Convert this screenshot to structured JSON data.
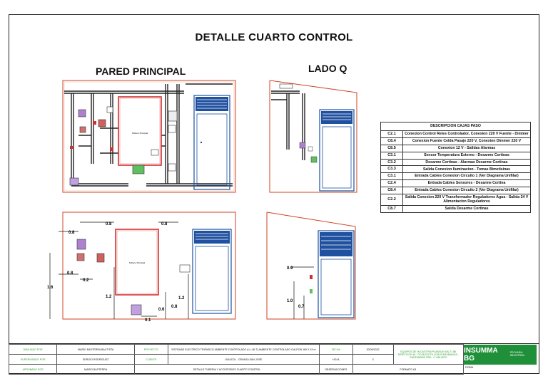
{
  "title": "DETALLE CUARTO CONTROL",
  "sections": {
    "main_wall": "PARED PRINCIPAL",
    "side_q": "LADO Q"
  },
  "cabinet_label": "Tablero Principal",
  "dimensions": {
    "d08a": "0.8",
    "d08b": "0.8",
    "d08c": "0.8",
    "d02": "0.2",
    "d16": "1.6",
    "d12a": "1.2",
    "d12b": "1.2",
    "d06": "0.6",
    "d08d": "0.8",
    "d01": "0.1",
    "d09": "0.9",
    "d10": "1.0",
    "d07": "0.7"
  },
  "table": {
    "header": "DESCRIPCION CAJAS PASO",
    "rows": [
      {
        "code": "C2.1",
        "desc": "Conexion Control Reles Controlador, Conexion 220 V Fuente - Dimmer"
      },
      {
        "code": "C8.4",
        "desc": "Conexion Fuente Celda Pasaje 220 V, Conexion Dimmer 220 V"
      },
      {
        "code": "C8.5",
        "desc": "Conexion 12 V - Salidas Alarmas"
      },
      {
        "code": "C3.1",
        "desc": "Sensor Temperatura Externo - Desarme Cortinas"
      },
      {
        "code": "C3.2",
        "desc": "Desarme Cortinas - Alarmas Desarme Cortinas"
      },
      {
        "code": "C3.3",
        "desc": "Salida Conexion Iluminacion - Tomas Bimetisinas"
      },
      {
        "code": "C3.1",
        "desc": "Entrada Cables Conexion Circuito 1 (Ver Diagrama Unifilar)"
      },
      {
        "code": "C2.4",
        "desc": "Entrada Cables Sensores - Desarme Cortina"
      },
      {
        "code": "C8.4",
        "desc": "Entrada Cables Conexion Circuito 2 (Ver Diagrama Unifilar)"
      },
      {
        "code": "C2.2",
        "desc": "Salida Conexion 220 V Transformador Reguladores Agua - Salida 24 V Alimentacion Reguladores"
      },
      {
        "code": "C8.7",
        "desc": "Salida Desarme Cortinas"
      }
    ]
  },
  "title_block": {
    "dibujado_lbl": "DIBUJADO POR",
    "dibujado_val": "MARIO BASTERRA BAUTISTA",
    "proyecto_lbl": "PROYECTO",
    "proyecto_val": "SISTEMAS ELECTRICO TRIFASICO AMBIENTE CONTROLADO (LL-LB-T) AMBIENTE CONTROLADO GALPON 180 X 15 m",
    "fecha_lbl": "FECHA",
    "fecha_val": "30/05/2022",
    "equipos_val": "EQUIPOS DE IN DUSTRIA PLANSUN SALT UBI DIRECCION AL: TIG BOGOTA 10 BUCARAMANGA - SANTANDER PBX: +7 696 8970",
    "supervisado_lbl": "SUPERVISADO POR",
    "supervisado_val": "SERGIO RODRIGUEZ",
    "cliente_lbl": "CLIENTE",
    "cliente_val": "GAVICOL - GRANJA SAN JOSE",
    "hoja_lbl": "HOJA",
    "hoja_val": "3",
    "aprobado_lbl": "APROBADO POR",
    "aprobado_val": "MARIO BASTERRA",
    "detalle_val": "DETALLE TUBERIA Y ACCESORIOS CUARTO CONTROL",
    "observ_lbl": "OBSERVACIONES",
    "formato_val": "FORMATO A3",
    "firma_lbl": "FIRMA"
  },
  "brand": {
    "name": "INSUMMA BG",
    "tag": "PECUARIA INDUSTRIAL"
  }
}
